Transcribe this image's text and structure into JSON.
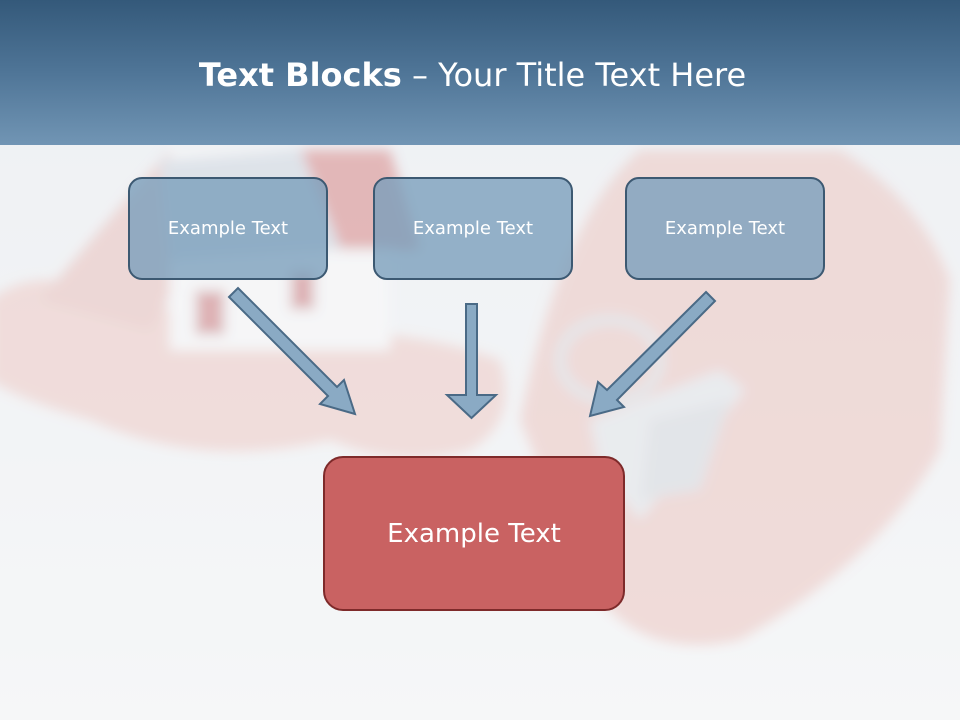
{
  "slide": {
    "title_bold": "Text Blocks",
    "title_rest": " – Your Title Text Here",
    "top_boxes": [
      "Example Text",
      "Example Text",
      "Example Text"
    ],
    "bottom_box": "Example Text"
  },
  "colors": {
    "title_bar": "#4f7597",
    "top_box_fill": "#7d9fbb",
    "top_box_border": "#3c5972",
    "bottom_box_fill": "#c96262",
    "bottom_box_border": "#7e2a2a",
    "arrow_fill": "#8aaac4",
    "arrow_stroke": "#4a6a86"
  },
  "background_image": {
    "icons": [
      "hands-icon",
      "house-icon",
      "keys-icon"
    ]
  }
}
